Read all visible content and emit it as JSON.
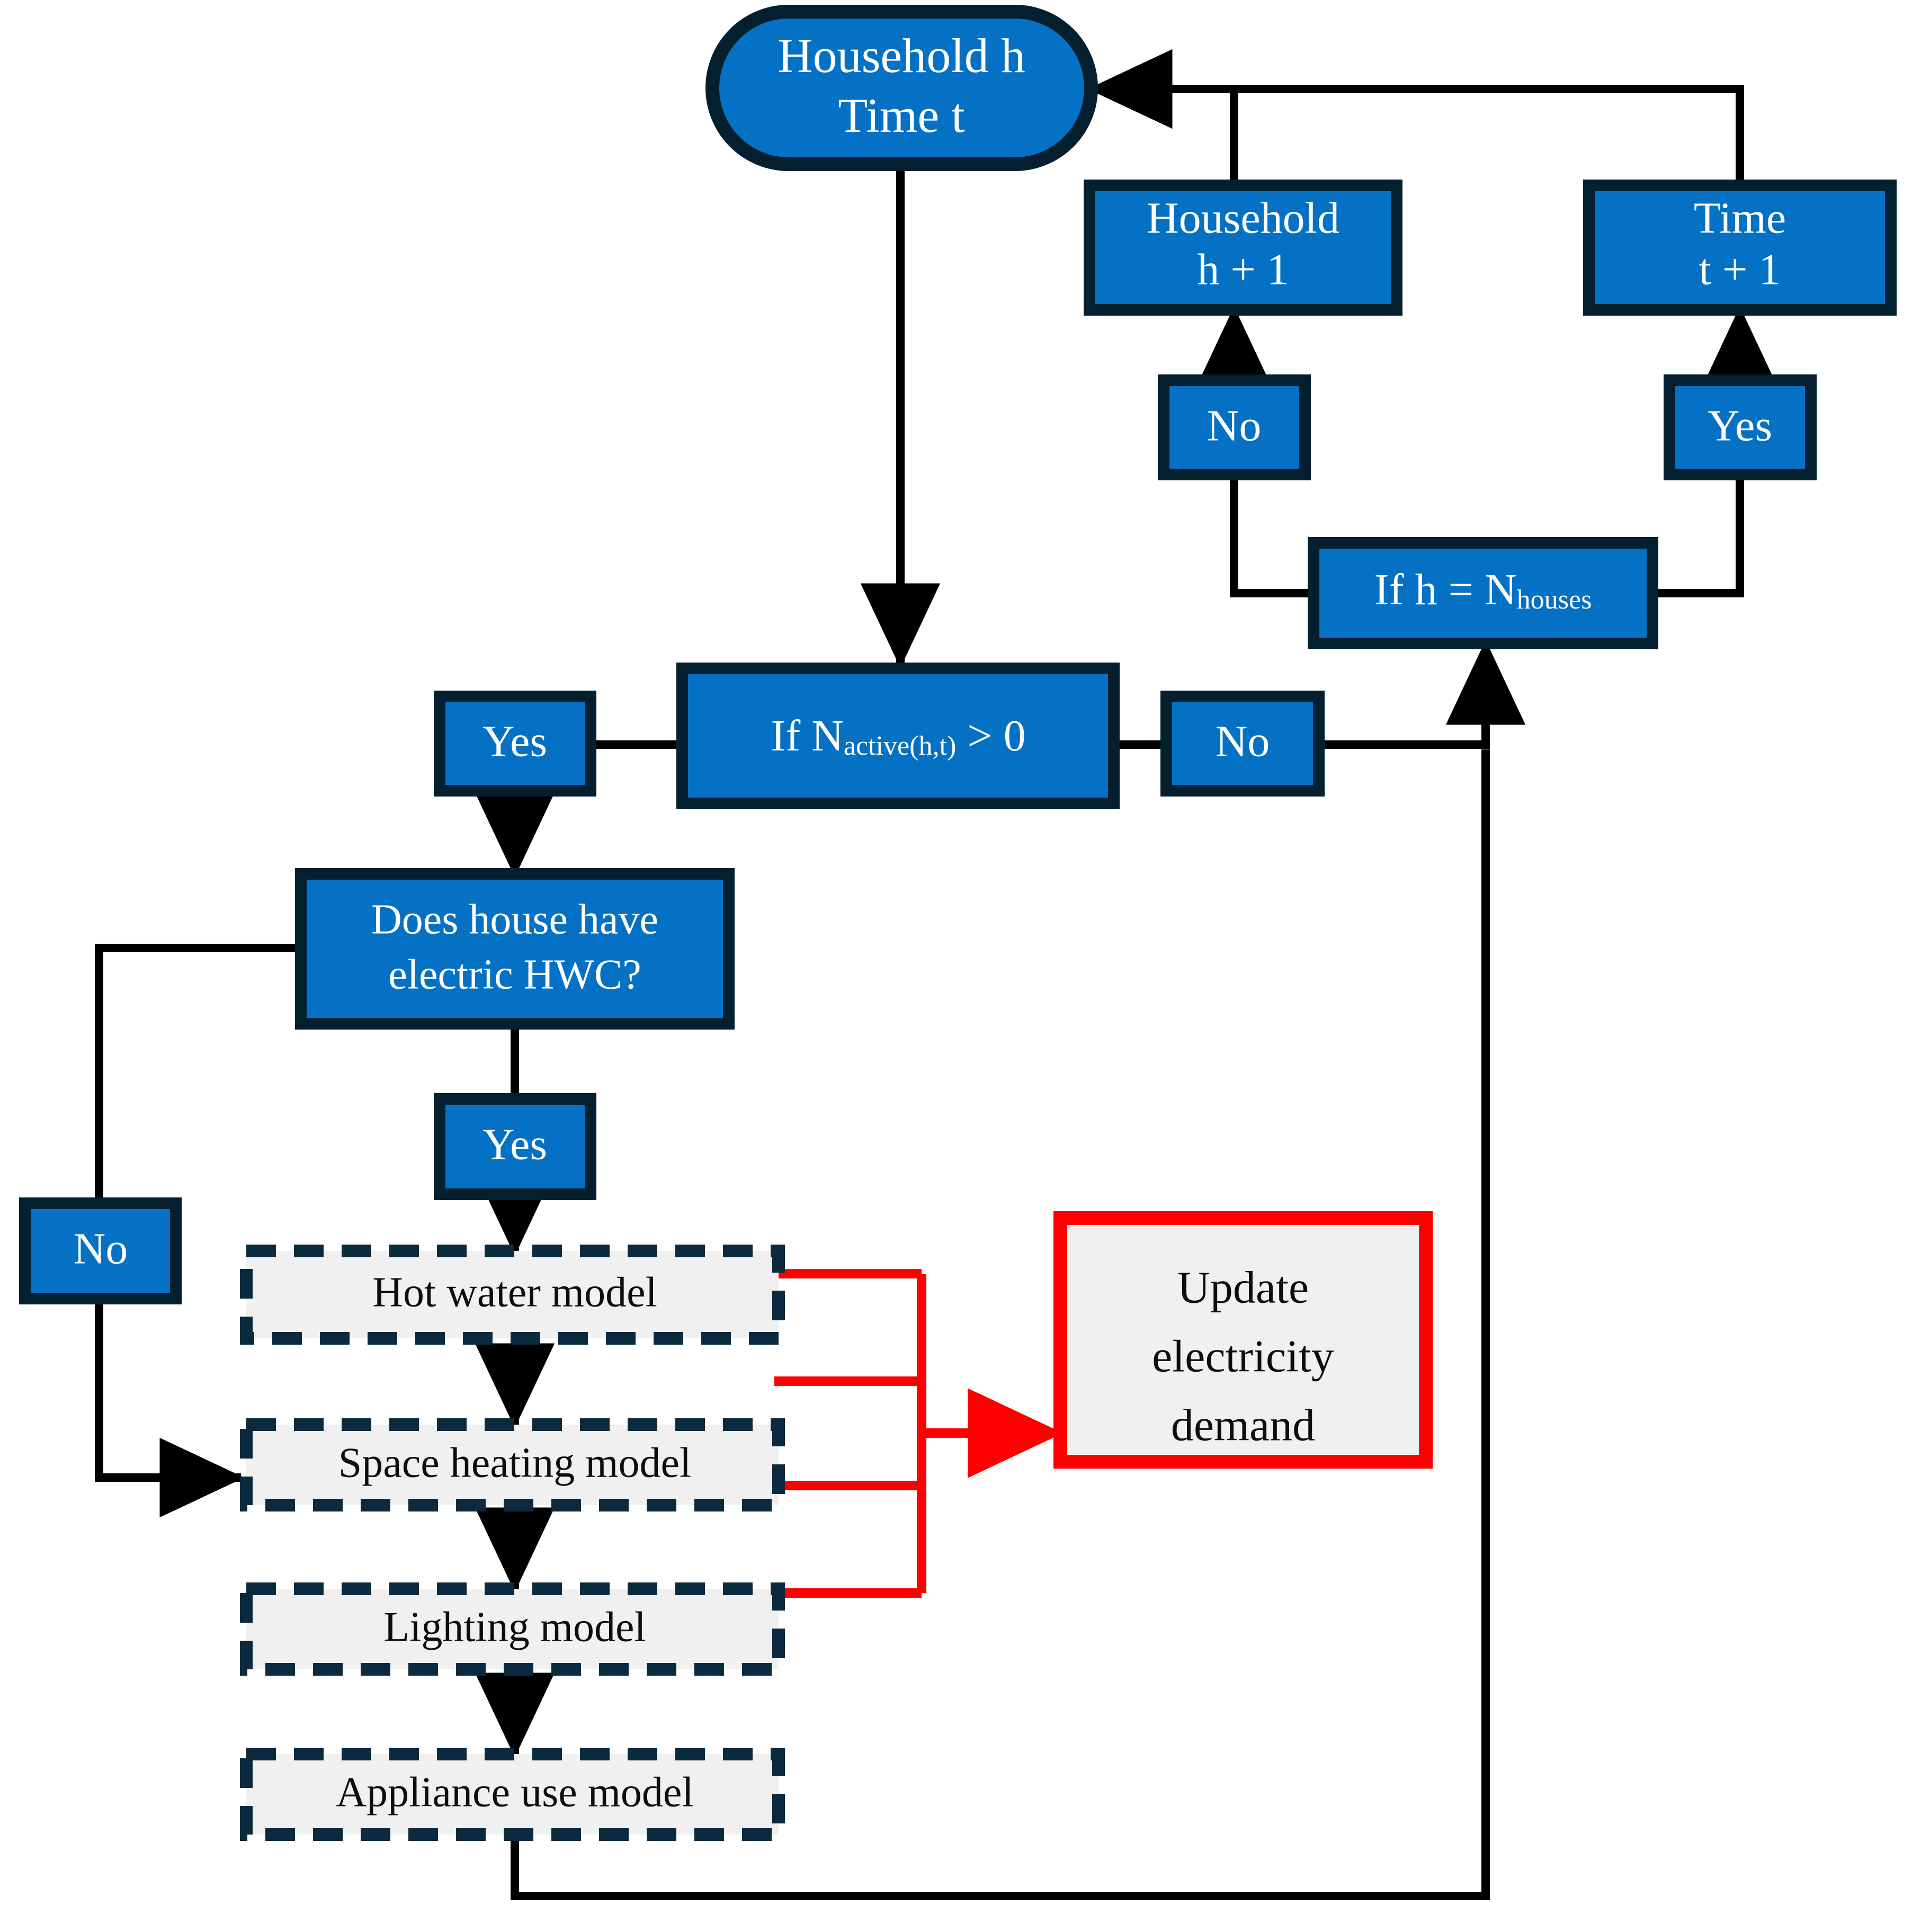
{
  "diagram": {
    "title_present": false,
    "colors": {
      "node_fill_blue": "#0571c4",
      "node_border_navy": "#04202f",
      "process_fill_gray": "#f0f0f0",
      "process_border_navy": "#0b2a3d",
      "highlight_red": "#ff0000",
      "connector_black": "#000000",
      "text_light": "#ffffff",
      "text_dark": "#0d0d0d",
      "background": "#ffffff"
    },
    "nodes": {
      "start": {
        "id": "start",
        "shape": "stadium",
        "line1": "Household h",
        "line2": "Time t"
      },
      "household_next": {
        "id": "household-next",
        "shape": "rect",
        "line1": "Household",
        "line2": "h + 1"
      },
      "time_next": {
        "id": "time-next",
        "shape": "rect",
        "line1": "Time",
        "line2": "t + 1"
      },
      "no_household": {
        "id": "no-household",
        "shape": "rect",
        "label": "No"
      },
      "yes_time": {
        "id": "yes-time",
        "shape": "rect",
        "label": "Yes"
      },
      "if_h_equals": {
        "id": "if-h-equals-nhouses",
        "shape": "rect",
        "text_main": "If h = N",
        "text_sub": "houses",
        "full_text": "If h = N houses"
      },
      "if_n_active": {
        "id": "if-n-active",
        "shape": "rect",
        "text_pre": "If N",
        "text_sub": "active(h,t)",
        "text_post": " > 0",
        "full_text": "If N active(h,t) > 0"
      },
      "yes_active": {
        "id": "yes-active",
        "shape": "rect",
        "label": "Yes"
      },
      "no_active": {
        "id": "no-active",
        "shape": "rect",
        "label": "No"
      },
      "hwc_question": {
        "id": "hwc-question",
        "shape": "rect",
        "line1": "Does house have",
        "line2": "electric HWC?"
      },
      "no_hwc": {
        "id": "no-hwc",
        "shape": "rect",
        "label": "No"
      },
      "yes_hwc": {
        "id": "yes-hwc",
        "shape": "rect",
        "label": "Yes"
      },
      "hot_water_model": {
        "id": "hot-water-model",
        "shape": "dashed-rect",
        "label": "Hot water model"
      },
      "space_heating_model": {
        "id": "space-heating-model",
        "shape": "dashed-rect",
        "label": "Space heating model"
      },
      "lighting_model": {
        "id": "lighting-model",
        "shape": "dashed-rect",
        "label": "Lighting model"
      },
      "appliance_use_model": {
        "id": "appliance-use-model",
        "shape": "dashed-rect",
        "label": "Appliance use model"
      },
      "update_demand": {
        "id": "update-electricity-demand",
        "shape": "rect-red",
        "line1": "Update",
        "line2": "electricity",
        "line3": "demand"
      }
    },
    "edges": [
      {
        "from": "start",
        "to": "if_n_active",
        "style": "solid-black",
        "arrow": true
      },
      {
        "from": "household_next",
        "to": "start",
        "style": "solid-black",
        "arrow": true
      },
      {
        "from": "time_next",
        "to": "start",
        "style": "solid-black",
        "arrow": true
      },
      {
        "from": "no_household",
        "to": "household_next",
        "style": "solid-black",
        "arrow": true
      },
      {
        "from": "yes_time",
        "to": "time_next",
        "style": "solid-black",
        "arrow": true
      },
      {
        "from": "if_h_equals",
        "to": "no_household",
        "style": "solid-black",
        "arrow": false
      },
      {
        "from": "if_h_equals",
        "to": "yes_time",
        "style": "solid-black",
        "arrow": false
      },
      {
        "from": "if_n_active",
        "to": "yes_active",
        "style": "solid-black",
        "arrow": false
      },
      {
        "from": "if_n_active",
        "to": "no_active",
        "style": "solid-black",
        "arrow": false
      },
      {
        "from": "yes_active",
        "to": "hwc_question",
        "style": "solid-black",
        "arrow": true
      },
      {
        "from": "no_active",
        "to": "if_h_equals",
        "style": "solid-black",
        "arrow": true
      },
      {
        "from": "hwc_question",
        "to": "no_hwc",
        "style": "solid-black",
        "arrow": false
      },
      {
        "from": "hwc_question",
        "to": "yes_hwc",
        "style": "solid-black",
        "arrow": false
      },
      {
        "from": "no_hwc",
        "to": "space_heating_model",
        "style": "solid-black",
        "arrow": true
      },
      {
        "from": "yes_hwc",
        "to": "hot_water_model",
        "style": "solid-black",
        "arrow": true
      },
      {
        "from": "hot_water_model",
        "to": "space_heating_model",
        "style": "solid-black",
        "arrow": true
      },
      {
        "from": "space_heating_model",
        "to": "lighting_model",
        "style": "solid-black",
        "arrow": true
      },
      {
        "from": "lighting_model",
        "to": "appliance_use_model",
        "style": "solid-black",
        "arrow": true
      },
      {
        "from": "appliance_use_model",
        "to": "if_h_equals",
        "style": "solid-black",
        "arrow": true
      },
      {
        "from": "hot_water_model",
        "to": "update_demand",
        "style": "solid-red",
        "arrow": true
      },
      {
        "from": "space_heating_model",
        "to": "update_demand",
        "style": "solid-red",
        "arrow": true
      },
      {
        "from": "lighting_model",
        "to": "update_demand",
        "style": "solid-red",
        "arrow": true
      },
      {
        "from": "appliance_use_model",
        "to": "update_demand",
        "style": "solid-red",
        "arrow": true
      }
    ]
  }
}
